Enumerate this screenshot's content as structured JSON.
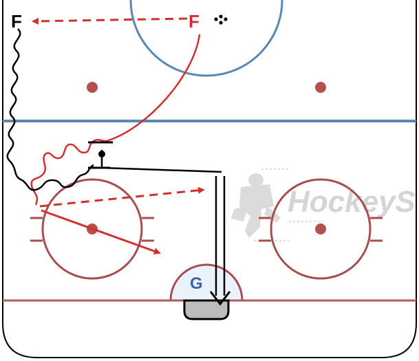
{
  "diagram": {
    "players": [
      {
        "id": "forward-left",
        "label": "F",
        "color": "#000000"
      },
      {
        "id": "forward-right",
        "label": "F",
        "color": "#d32f2f"
      },
      {
        "id": "goalie",
        "label": "G",
        "color": "#3a63a8"
      }
    ],
    "watermark": {
      "text": "HockeyS"
    },
    "colors": {
      "board": "#000000",
      "blue_line": "#5b87b3",
      "center_circle": "#5b87b3",
      "goal_line": "#b55a5a",
      "faceoff": "#a84d4d",
      "pass_arrow": "#d32f2f",
      "skate_path": "#000000",
      "puck_path": "#d32f2f",
      "crease_fill": "#eaf2fb",
      "net_fill": "#bdbdbd"
    }
  }
}
